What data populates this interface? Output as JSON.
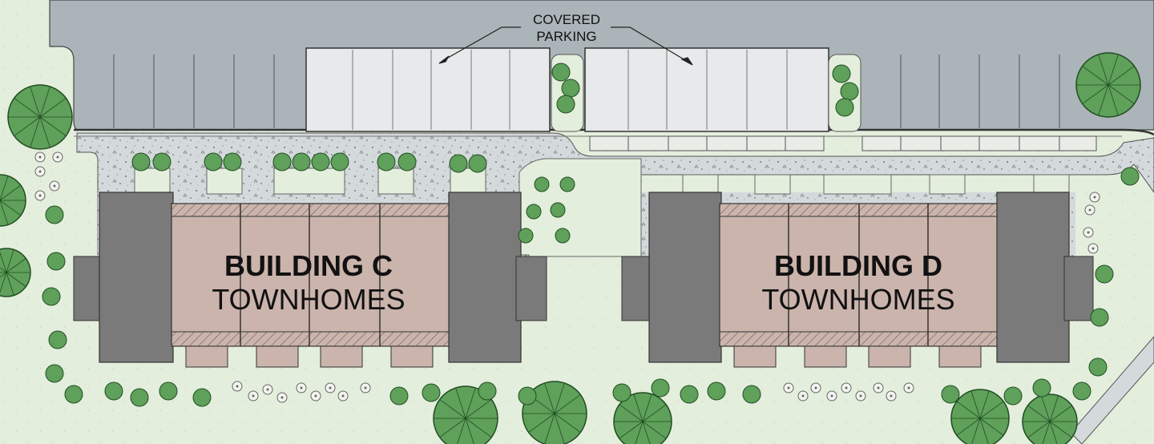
{
  "site_plan": {
    "covered_parking": [
      "COVERED",
      "PARKING"
    ],
    "buildings": [
      {
        "name": "BUILDING C",
        "subtitle": "TOWNHOMES"
      },
      {
        "name": "BUILDING D",
        "subtitle": "TOWNHOMES"
      }
    ]
  },
  "colors": {
    "lawn": "#e4eedd",
    "parking_lot": "#abb4b9",
    "carport": "#e7e9ea",
    "sidewalk": "#d4d9dc",
    "garage_roof": "#7a7a7a",
    "unit_roof": "#cbb4ac",
    "tree_canopy": "#5fa05a",
    "tree_outline": "#204e22"
  }
}
